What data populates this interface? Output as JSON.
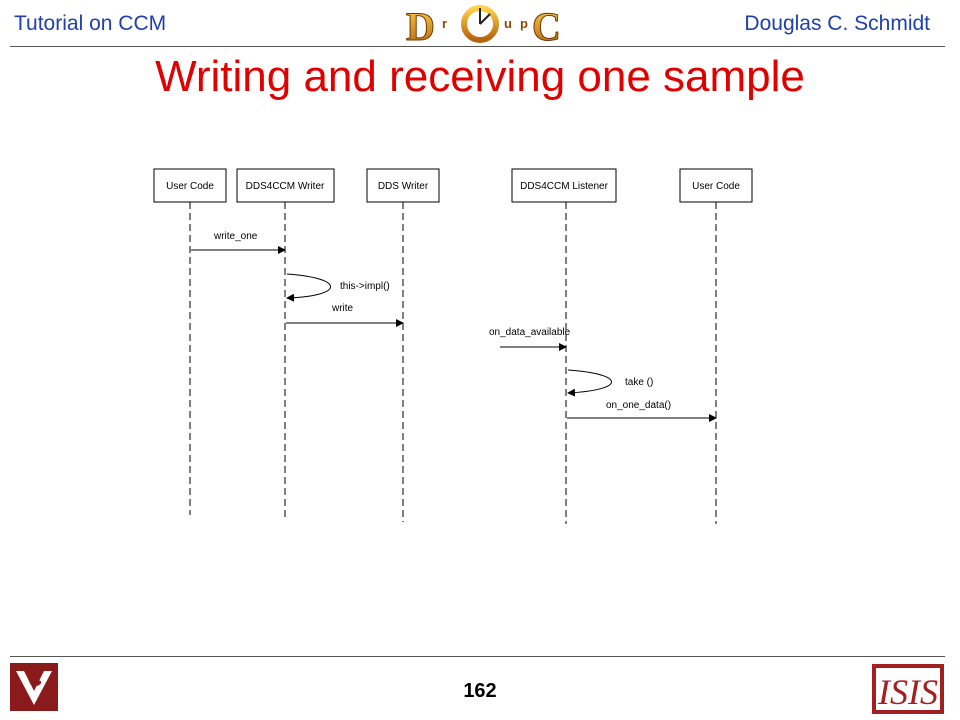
{
  "header": {
    "left": "Tutorial on CCM",
    "right": "Douglas C. Schmidt",
    "logo_letters": [
      "D",
      "r",
      "u",
      "p",
      "C"
    ]
  },
  "slide": {
    "title": "Writing and receiving one sample",
    "page_number": "162"
  },
  "diagram": {
    "participants": [
      {
        "id": "p1",
        "label": "User Code"
      },
      {
        "id": "p2",
        "label": "DDS4CCM Writer"
      },
      {
        "id": "p3",
        "label": "DDS Writer"
      },
      {
        "id": "p4",
        "label": "DDS4CCM Listener"
      },
      {
        "id": "p5",
        "label": "User Code"
      }
    ],
    "messages": [
      {
        "id": "m1",
        "label": "write_one",
        "from": "p1",
        "to": "p2",
        "self": false
      },
      {
        "id": "m2",
        "label": "this->impl()",
        "from": "p2",
        "to": "p2",
        "self": true
      },
      {
        "id": "m3",
        "label": "write",
        "from": "p2",
        "to": "p3",
        "self": false
      },
      {
        "id": "m4",
        "label": "on_data_available",
        "from": null,
        "to": "p4",
        "self": false
      },
      {
        "id": "m5",
        "label": "take ()",
        "from": "p4",
        "to": "p4",
        "self": true
      },
      {
        "id": "m6",
        "label": "on_one_data()",
        "from": "p4",
        "to": "p5",
        "self": false
      }
    ]
  },
  "colors": {
    "header_text": "#1f3fb0",
    "title": "#e00000",
    "vu_logo_bg": "#8b1a1a",
    "isis_logo_bg": "#a32020"
  }
}
